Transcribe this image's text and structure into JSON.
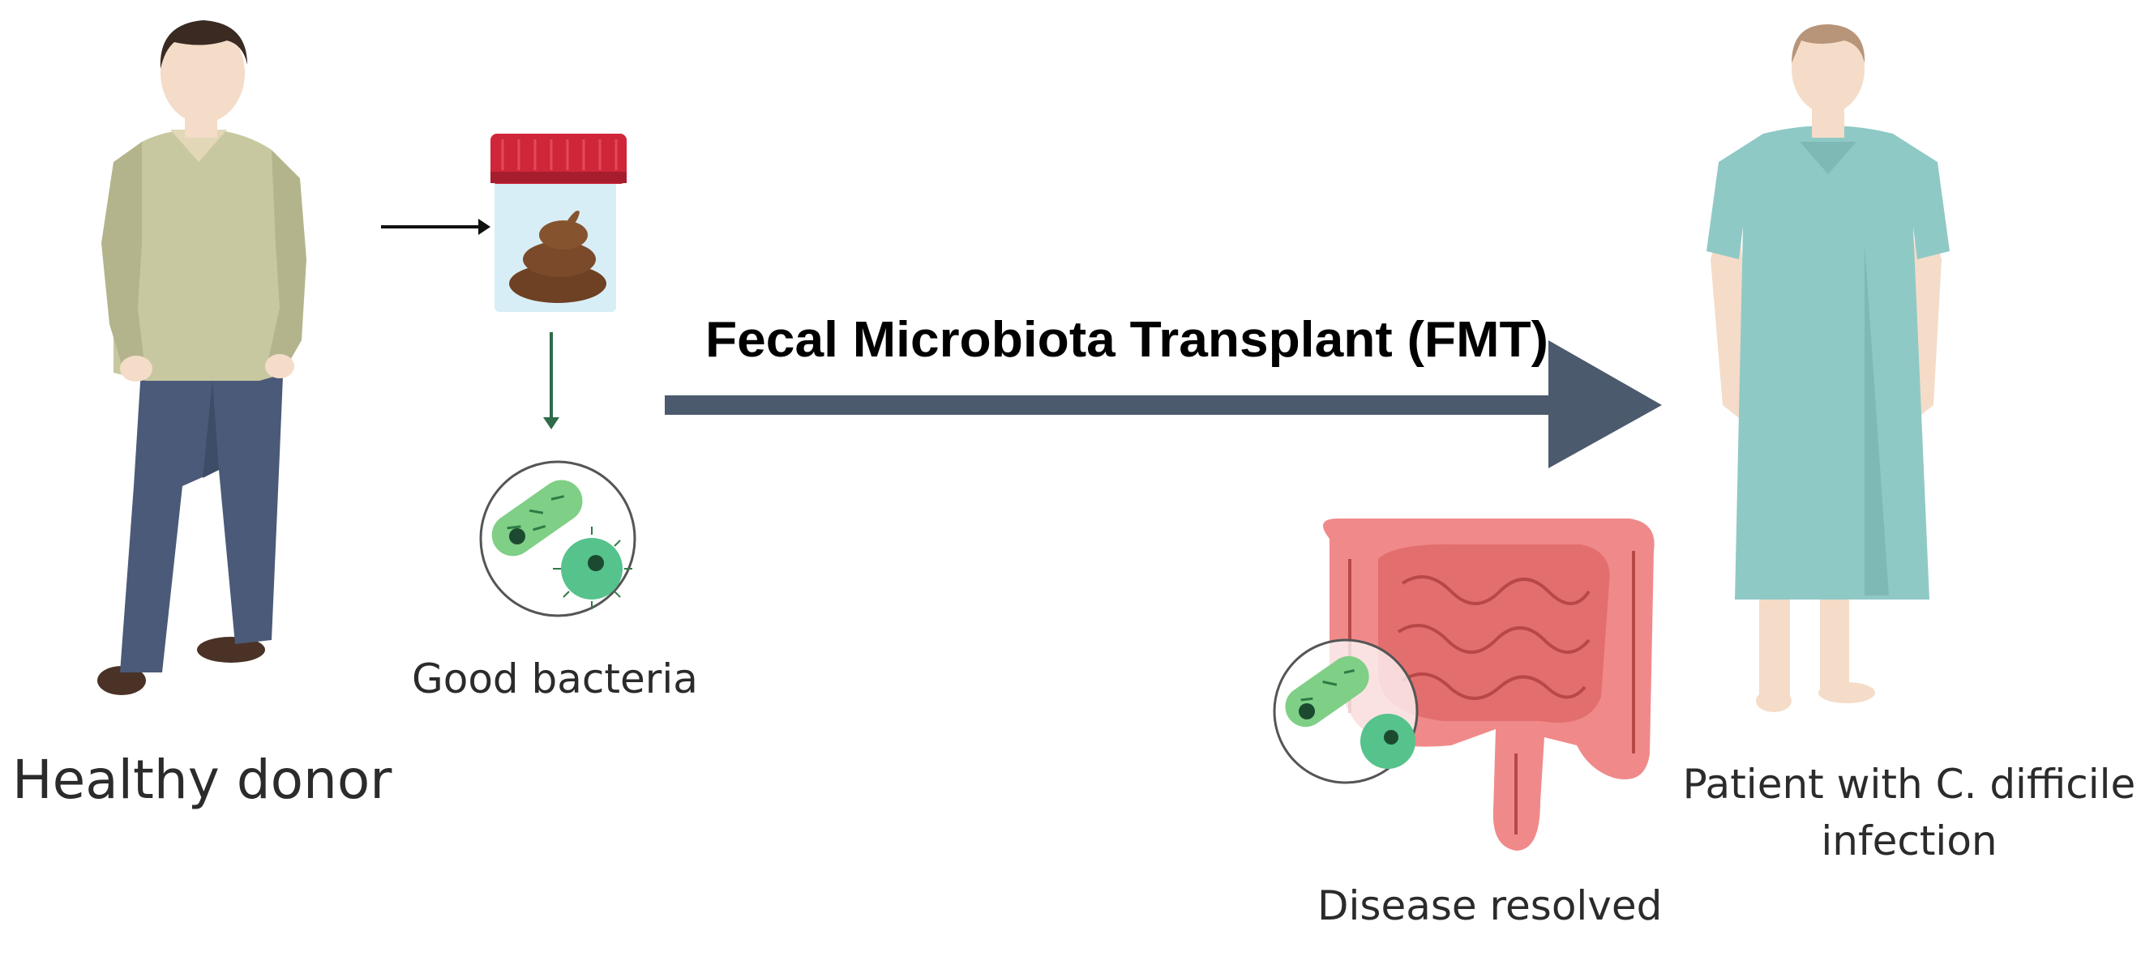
{
  "title": "Fecal Microbiota Transplant (FMT)",
  "labels": {
    "donor": "Healthy donor",
    "good_bacteria": "Good bacteria",
    "disease_resolved": "Disease resolved",
    "patient_line1": "Patient with C. difficile",
    "patient_line2": "infection"
  },
  "colors": {
    "main_arrow": "#4c5a6e",
    "small_arrow": "#111111",
    "down_arrow": "#2e6b4a",
    "donor_shirt": "#c8c8a0",
    "donor_pants": "#4a5a78",
    "skin": "#f4dcc8",
    "hair": "#3a2a22",
    "gown": "#8fc9c6",
    "jar_lid": "#d0263a",
    "stool": "#7a4a2a",
    "bacteria_green": "#7fcf86",
    "bacteria_teal": "#56c28c",
    "intestine": "#f08a8a"
  },
  "icons": [
    "healthy-donor-figure",
    "stool-sample-jar-icon",
    "bacteria-icon",
    "intestine-icon",
    "patient-figure"
  ]
}
